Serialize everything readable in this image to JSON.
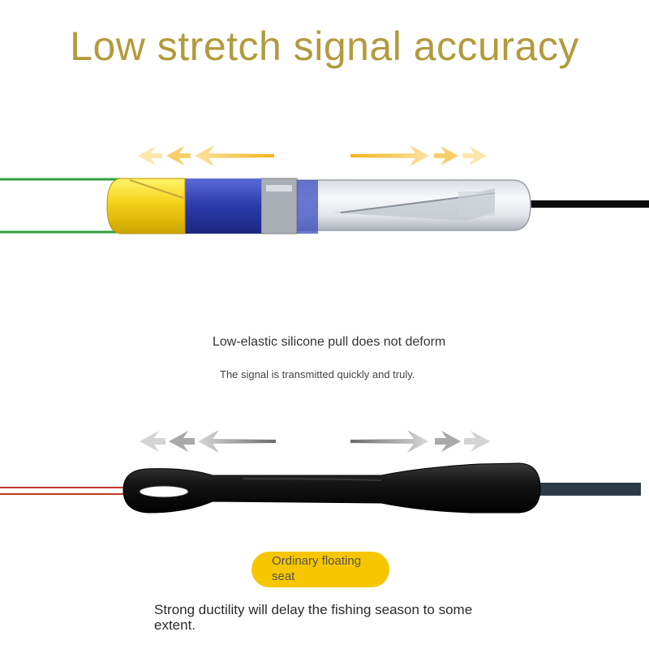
{
  "title": "Low stretch signal accuracy",
  "silicone_caption": {
    "heading": "Low-elastic silicone pull does not deform",
    "sub": "The signal is transmitted quickly and truly."
  },
  "ordinary": {
    "badge": "Ordinary floating seat",
    "caption": "Strong ductility will delay the fishing season to some extent."
  },
  "colors": {
    "title": "#b39a3e",
    "arrow_top": "#f2b417",
    "arrow_bottom": "#6b6b6b",
    "badge": "#f6c600",
    "line_green": "#2f9e3a",
    "line_red": "#c0392b",
    "blue_band": "#2b3aa8",
    "yellow_tip": "#f4d21a"
  },
  "icons": {
    "top_arrows": "double-arrow-outward-icon",
    "bottom_arrows": "double-arrow-outward-icon"
  }
}
